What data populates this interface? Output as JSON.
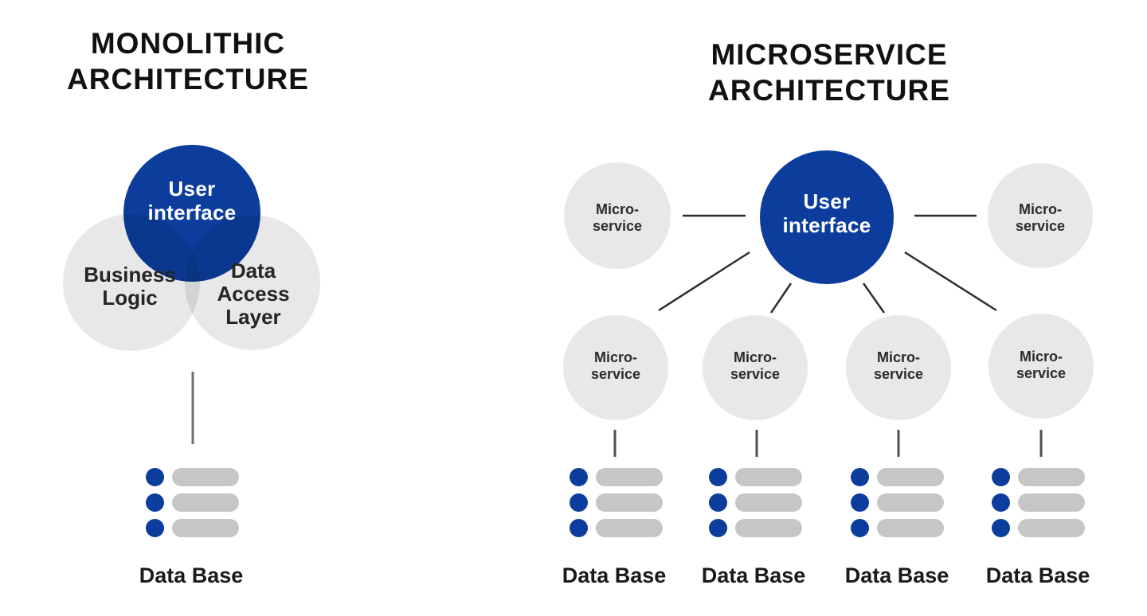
{
  "colors": {
    "primary_blue": "#0c3d9d",
    "circle_gray": "#e8e8e8",
    "db_bar_gray": "#c6c6c6",
    "connector_dark": "#2d2d2d",
    "connector_gray": "#6e6e6e",
    "title_black": "#111111",
    "label_dark": "#2b2b2b"
  },
  "monolithic": {
    "title_line1": "MONOLITHIC",
    "title_line2": "ARCHITECTURE",
    "user_interface_label": "User\ninterface",
    "business_logic_label": "Business\nLogic",
    "data_access_label": "Data\nAccess\nLayer",
    "database_label": "Data Base"
  },
  "microservice": {
    "title_line1": "MICROSERVICE",
    "title_line2": "ARCHITECTURE",
    "user_interface_label": "User\ninterface",
    "services": [
      {
        "label": "Micro-\nservice"
      },
      {
        "label": "Micro-\nservice"
      },
      {
        "label": "Micro-\nservice"
      },
      {
        "label": "Micro-\nservice"
      },
      {
        "label": "Micro-\nservice"
      },
      {
        "label": "Micro-\nservice"
      }
    ],
    "database_labels": [
      "Data Base",
      "Data Base",
      "Data Base",
      "Data Base"
    ]
  }
}
